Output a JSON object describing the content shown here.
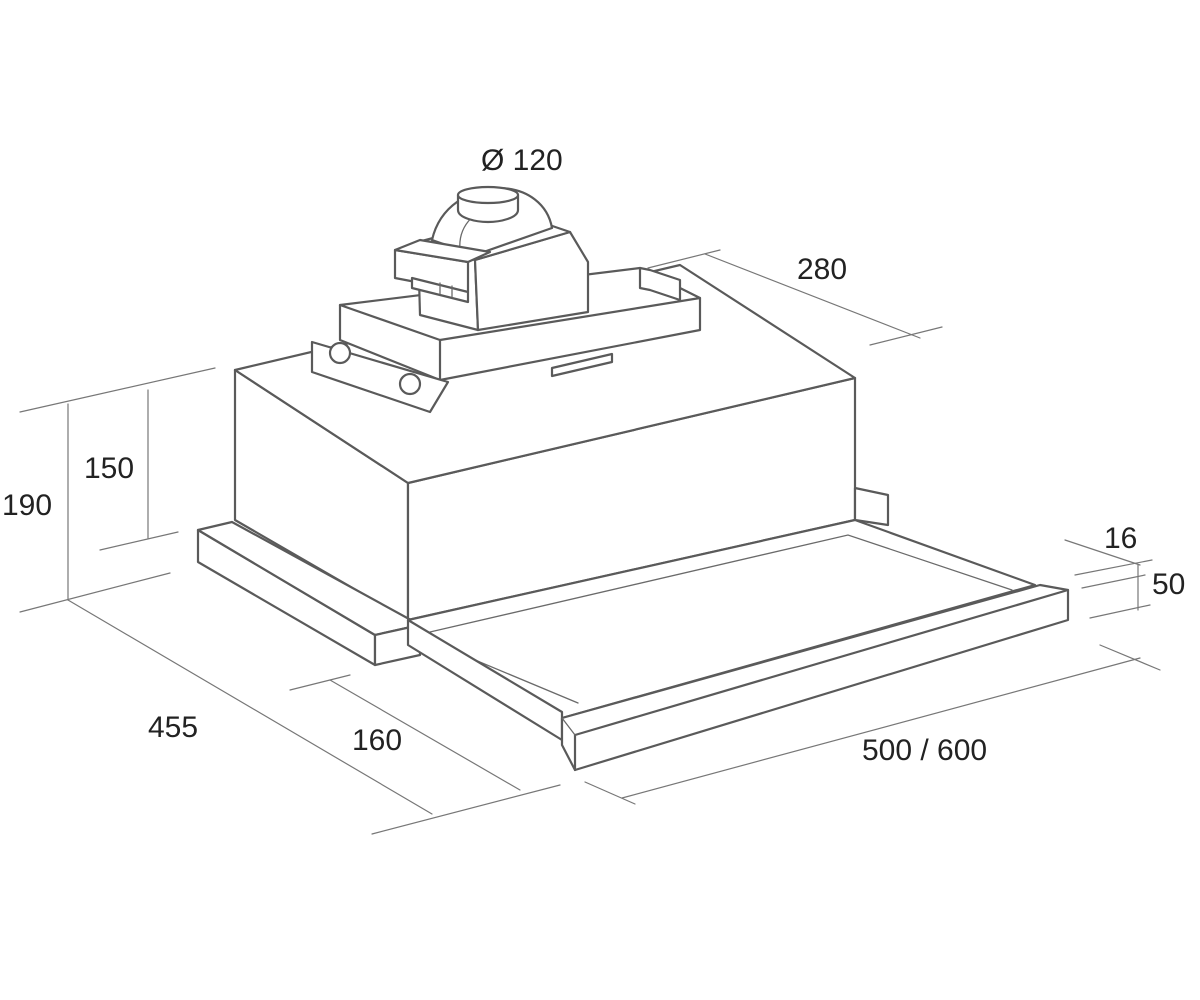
{
  "dimensions": {
    "duct_diameter": "Ø 120",
    "depth_top": "280",
    "height_total": "190",
    "height_body": "150",
    "visor_thickness": "16",
    "visor_height": "50",
    "depth_total": "455",
    "visor_depth": "160",
    "width": "500 / 600"
  },
  "colors": {
    "line": "#5a5a5a",
    "text": "#222222",
    "background": "#ffffff"
  }
}
